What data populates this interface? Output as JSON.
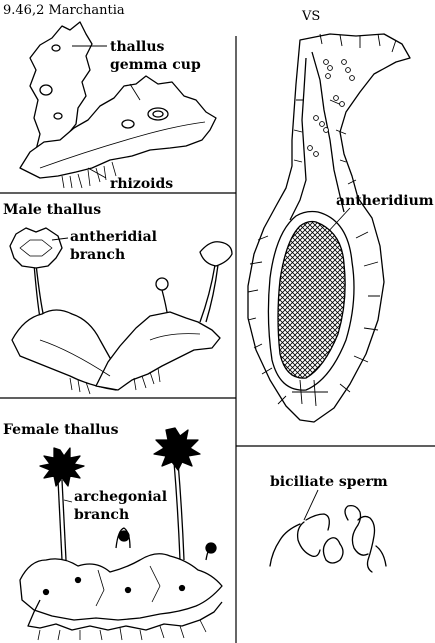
{
  "figure": {
    "id_label": "9.46,2 Marchantia",
    "vs_label": "VS"
  },
  "panels": {
    "thallus": {
      "labels": [
        "thallus",
        "gemma cup",
        "rhizoids"
      ]
    },
    "male": {
      "heading": "Male thallus",
      "labels": [
        "antheridial",
        "branch"
      ]
    },
    "female": {
      "heading": "Female thallus",
      "labels": [
        "archegonial",
        "branch"
      ]
    },
    "vs_section": {
      "labels": [
        "antheridium"
      ]
    },
    "sperm": {
      "labels": [
        "biciliate sperm"
      ]
    }
  },
  "colors": {
    "ink": "#000000",
    "paper": "#ffffff"
  }
}
